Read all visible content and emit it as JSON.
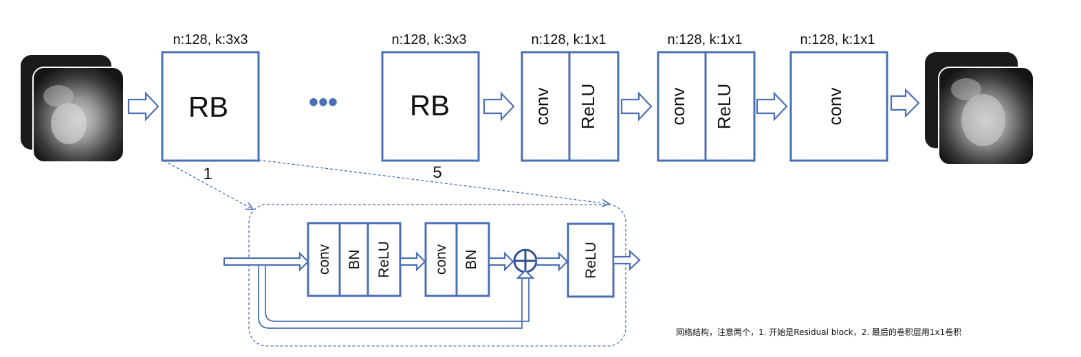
{
  "labels": {
    "rb1_header": "n:128, k:3x3",
    "rb1_text": "RB",
    "rb1_index": "1",
    "ellipsis": "•••",
    "rb5_header": "n:128, k:3x3",
    "rb5_text": "RB",
    "rb5_index": "5",
    "block1_header": "n:128, k:1x1",
    "block2_header": "n:128, k:1x1",
    "block3_header": "n:128, k:1x1",
    "conv": "conv",
    "relu": "ReLU",
    "bn": "BN",
    "plus": "⊕"
  },
  "caption": "网络结构，注意两个，1. 开始是Residual block，2. 最后的卷积层用1x1卷积",
  "colors": {
    "accent": "#4a6fb5",
    "text": "#111111",
    "background": "#ffffff"
  },
  "icons": [
    "hollow-arrow-icon",
    "sum-circle-icon",
    "mri-slice-image"
  ]
}
